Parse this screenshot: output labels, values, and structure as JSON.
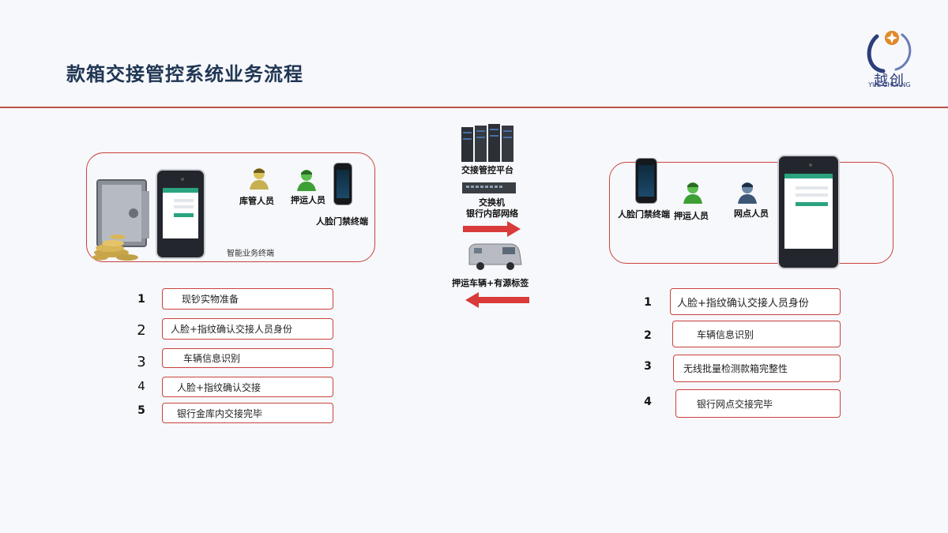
{
  "title": "款箱交接管控系统业务流程",
  "logo": {
    "cn": "越创",
    "en": "YUE CHUANG"
  },
  "left_zone": {
    "terminal_label": "智能业务终端",
    "roles": [
      "库管人员",
      "押运人员",
      "人脸门禁终端"
    ]
  },
  "center": {
    "server_label": "交接管控平台",
    "switch_label": "交换机",
    "network_label": "银行内部网络",
    "vehicle_label": "押运车辆+有源标签"
  },
  "right_zone": {
    "roles": [
      "人脸门禁终端",
      "押运人员",
      "网点人员"
    ]
  },
  "left_steps": [
    {
      "num": "1",
      "text": "现钞实物准备"
    },
    {
      "num": "2",
      "text": "人脸+指纹确认交接人员身份"
    },
    {
      "num": "3",
      "text": "车辆信息识别"
    },
    {
      "num": "4",
      "text": "人脸+指纹确认交接"
    },
    {
      "num": "5",
      "text": "银行金库内交接完毕"
    }
  ],
  "right_steps": [
    {
      "num": "1",
      "text": "人脸+指纹确认交接人员身份"
    },
    {
      "num": "2",
      "text": "车辆信息识别"
    },
    {
      "num": "3",
      "text": "无线批量检测款箱完整性"
    },
    {
      "num": "4",
      "text": "银行网点交接完毕"
    }
  ],
  "colors": {
    "accent": "#c9423c",
    "title": "#1f3653",
    "arrow": "#d93a3a"
  }
}
